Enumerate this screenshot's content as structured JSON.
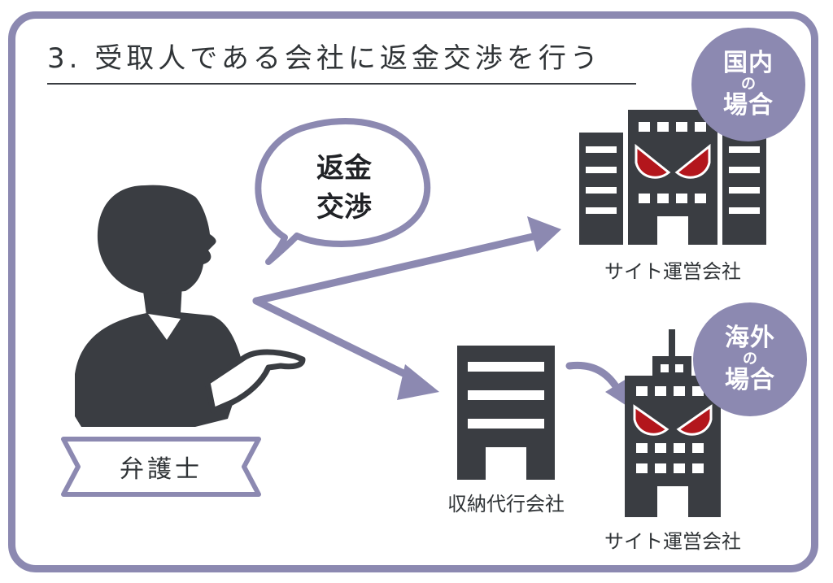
{
  "title": "3. 受取人である会社に返金交渉を行う",
  "bubble": {
    "line1": "返金",
    "line2": "交渉"
  },
  "lawyer_label": "弁護士",
  "domestic": {
    "badge_line1": "国内",
    "badge_line2": "の",
    "badge_line3": "場合",
    "company_label": "サイト運営会社"
  },
  "payment_agent_label": "収納代行会社",
  "overseas": {
    "badge_line1": "海外",
    "badge_line2": "の",
    "badge_line3": "場合",
    "company_label": "サイト運営会社"
  },
  "colors": {
    "accent": "#8c89b1",
    "ink": "#3a3d42",
    "eyes": "#b3161c"
  }
}
